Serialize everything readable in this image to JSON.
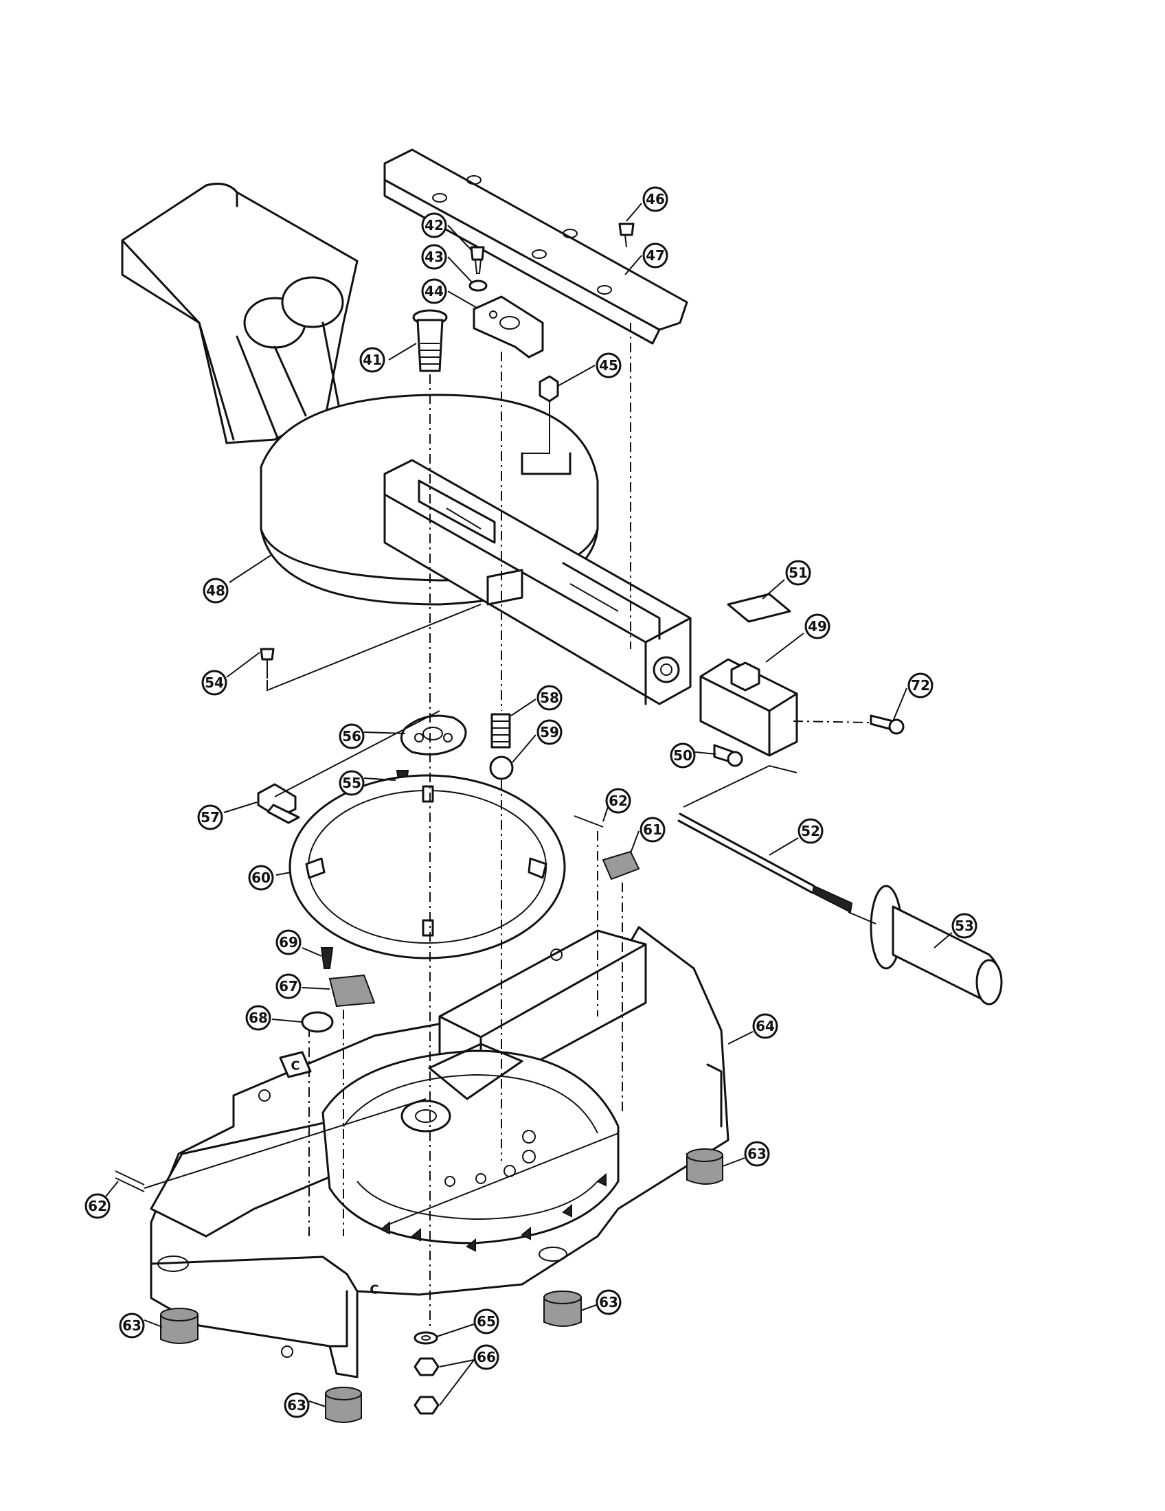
{
  "callouts": [
    {
      "id": "41",
      "label": "41"
    },
    {
      "id": "42",
      "label": "42"
    },
    {
      "id": "43",
      "label": "43"
    },
    {
      "id": "44",
      "label": "44"
    },
    {
      "id": "45",
      "label": "45"
    },
    {
      "id": "46",
      "label": "46"
    },
    {
      "id": "47",
      "label": "47"
    },
    {
      "id": "48",
      "label": "48"
    },
    {
      "id": "49",
      "label": "49"
    },
    {
      "id": "50",
      "label": "50"
    },
    {
      "id": "51",
      "label": "51"
    },
    {
      "id": "52",
      "label": "52"
    },
    {
      "id": "53",
      "label": "53"
    },
    {
      "id": "54",
      "label": "54"
    },
    {
      "id": "55",
      "label": "55"
    },
    {
      "id": "56",
      "label": "56"
    },
    {
      "id": "57",
      "label": "57"
    },
    {
      "id": "58",
      "label": "58"
    },
    {
      "id": "59",
      "label": "59"
    },
    {
      "id": "60",
      "label": "60"
    },
    {
      "id": "61",
      "label": "61"
    },
    {
      "id": "62a",
      "label": "62"
    },
    {
      "id": "62b",
      "label": "62"
    },
    {
      "id": "63a",
      "label": "63"
    },
    {
      "id": "63b",
      "label": "63"
    },
    {
      "id": "63c",
      "label": "63"
    },
    {
      "id": "63d",
      "label": "63"
    },
    {
      "id": "64",
      "label": "64"
    },
    {
      "id": "65",
      "label": "65"
    },
    {
      "id": "66",
      "label": "66"
    },
    {
      "id": "67",
      "label": "67"
    },
    {
      "id": "68",
      "label": "68"
    },
    {
      "id": "69",
      "label": "69"
    },
    {
      "id": "72",
      "label": "72"
    }
  ],
  "marks": {
    "base_letter_left": "C",
    "base_letter_front": "C"
  }
}
